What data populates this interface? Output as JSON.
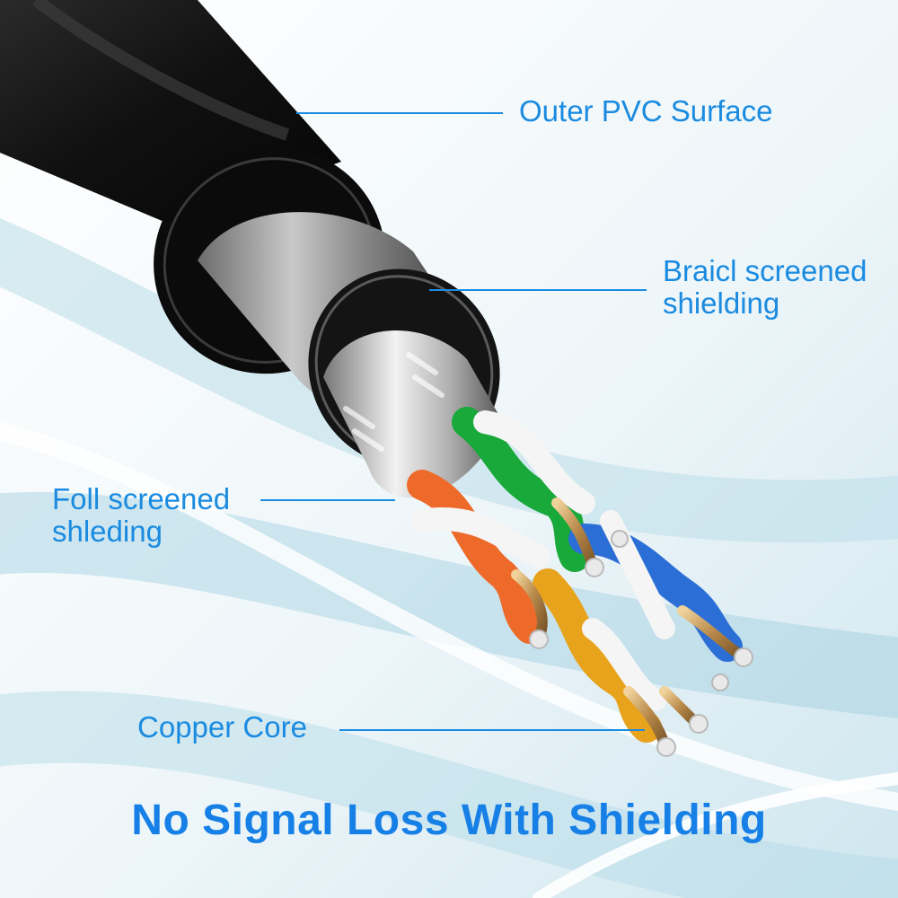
{
  "labels": {
    "outer": "Outer PVC Surface",
    "braid": [
      "Braicl screened",
      "shielding"
    ],
    "foil": [
      "Foll screened",
      "shleding"
    ],
    "copper": "Copper Core"
  },
  "headline": "No Signal Loss With Shielding",
  "colors": {
    "accent": "#1a8be0",
    "headline": "#1780e6",
    "jacket": "#141414",
    "pair_green": "#19a83a",
    "pair_orange": "#ee6a2a",
    "pair_blue": "#2b6fd6",
    "pair_yellow": "#e8a31d",
    "copper": "#c8a062"
  }
}
